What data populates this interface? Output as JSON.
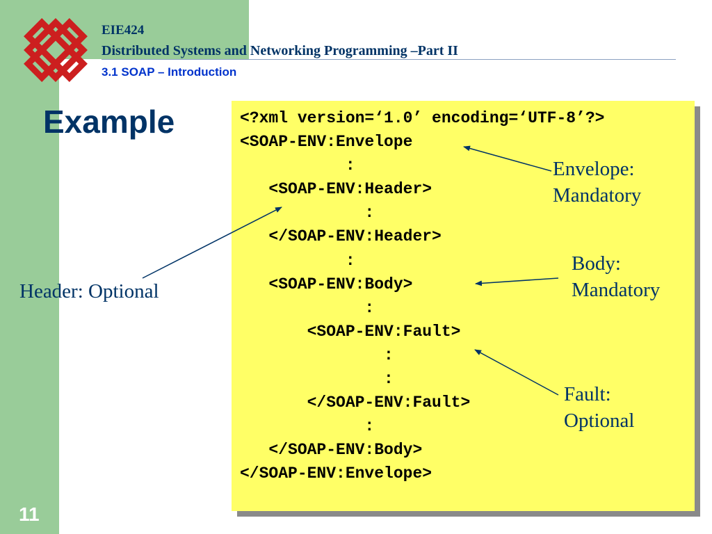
{
  "header": {
    "course_code": "EIE424",
    "course_title": "Distributed Systems and Networking Programming –Part II",
    "section": "3.1 SOAP – Introduction"
  },
  "slide": {
    "title": "Example",
    "page_number": "11"
  },
  "code": {
    "lines": [
      "<?xml version=‘1.0’ encoding=‘UTF-8’?>",
      "<SOAP-ENV:Envelope",
      "           :",
      "   <SOAP-ENV:Header>",
      "             :",
      "   </SOAP-ENV:Header>",
      "           :",
      "   <SOAP-ENV:Body>",
      "             :",
      "       <SOAP-ENV:Fault>",
      "               :",
      "               :",
      "       </SOAP-ENV:Fault>",
      "             :",
      "   </SOAP-ENV:Body>",
      "</SOAP-ENV:Envelope>"
    ]
  },
  "annotations": {
    "envelope": [
      "Envelope:",
      "Mandatory"
    ],
    "body": [
      "Body:",
      "Mandatory"
    ],
    "fault": [
      "Fault:",
      "Optional"
    ],
    "header": "Header: Optional"
  },
  "colors": {
    "sidebar": "#99cc99",
    "title": "#003366",
    "section": "#0033cc",
    "code_box": "#ffff66"
  }
}
